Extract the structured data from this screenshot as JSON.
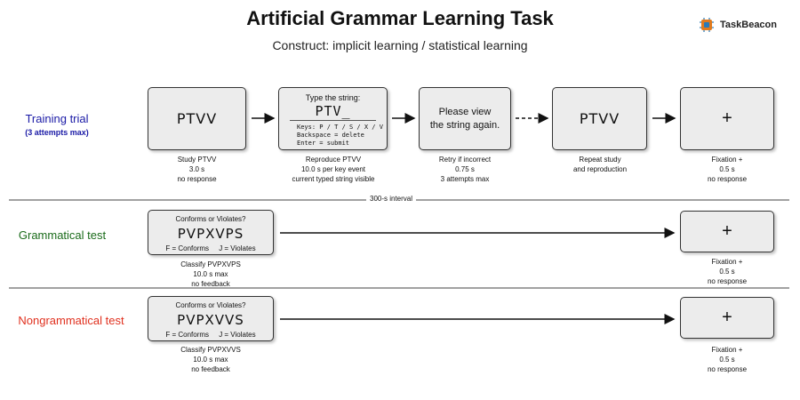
{
  "title": "Artificial Grammar Learning Task",
  "subtitle": "Construct: implicit learning / statistical learning",
  "brand": {
    "name": "TaskBeacon",
    "icon": "circuit-logo-icon"
  },
  "colors": {
    "training": "#1a1aa6",
    "grammatical": "#1a6b1a",
    "nongrammatical": "#e0301e"
  },
  "training": {
    "label": "Training trial",
    "sublabel": "(3 attempts max)",
    "steps": {
      "study": {
        "display": "PTVV",
        "caption": [
          "Study PTVV",
          "3.0 s",
          "no response"
        ]
      },
      "reproduce": {
        "prompt": "Type the string:",
        "typed": "PTV_",
        "keys": [
          "Keys: P / T / S / X / V",
          "Backspace = delete",
          "Enter = submit"
        ],
        "caption": [
          "Reproduce PTVV",
          "10.0 s per key event",
          "current typed string visible"
        ]
      },
      "retry": {
        "message": [
          "Please view",
          "the string again."
        ],
        "caption": [
          "Retry if incorrect",
          "0.75 s",
          "3 attempts max"
        ]
      },
      "repeat": {
        "display": "PTVV",
        "caption": [
          "Repeat study",
          "and reproduction"
        ]
      },
      "fixation": {
        "symbol": "+",
        "caption": [
          "Fixation +",
          "0.5 s",
          "no response"
        ]
      }
    }
  },
  "interval_label": "300-s interval",
  "grammatical": {
    "label": "Grammatical test",
    "question": "Conforms or Violates?",
    "string": "PVPXVPS",
    "keys_f": "F = Conforms",
    "keys_j": "J = Violates",
    "caption": [
      "Classify PVPXVPS",
      "10.0 s max",
      "no feedback"
    ],
    "fixation": {
      "symbol": "+",
      "caption": [
        "Fixation +",
        "0.5 s",
        "no response"
      ]
    }
  },
  "nongrammatical": {
    "label": "Nongrammatical test",
    "question": "Conforms or Violates?",
    "string": "PVPXVVS",
    "keys_f": "F = Conforms",
    "keys_j": "J = Violates",
    "caption": [
      "Classify PVPXVVS",
      "10.0 s max",
      "no feedback"
    ],
    "fixation": {
      "symbol": "+",
      "caption": [
        "Fixation +",
        "0.5 s",
        "no response"
      ]
    }
  }
}
